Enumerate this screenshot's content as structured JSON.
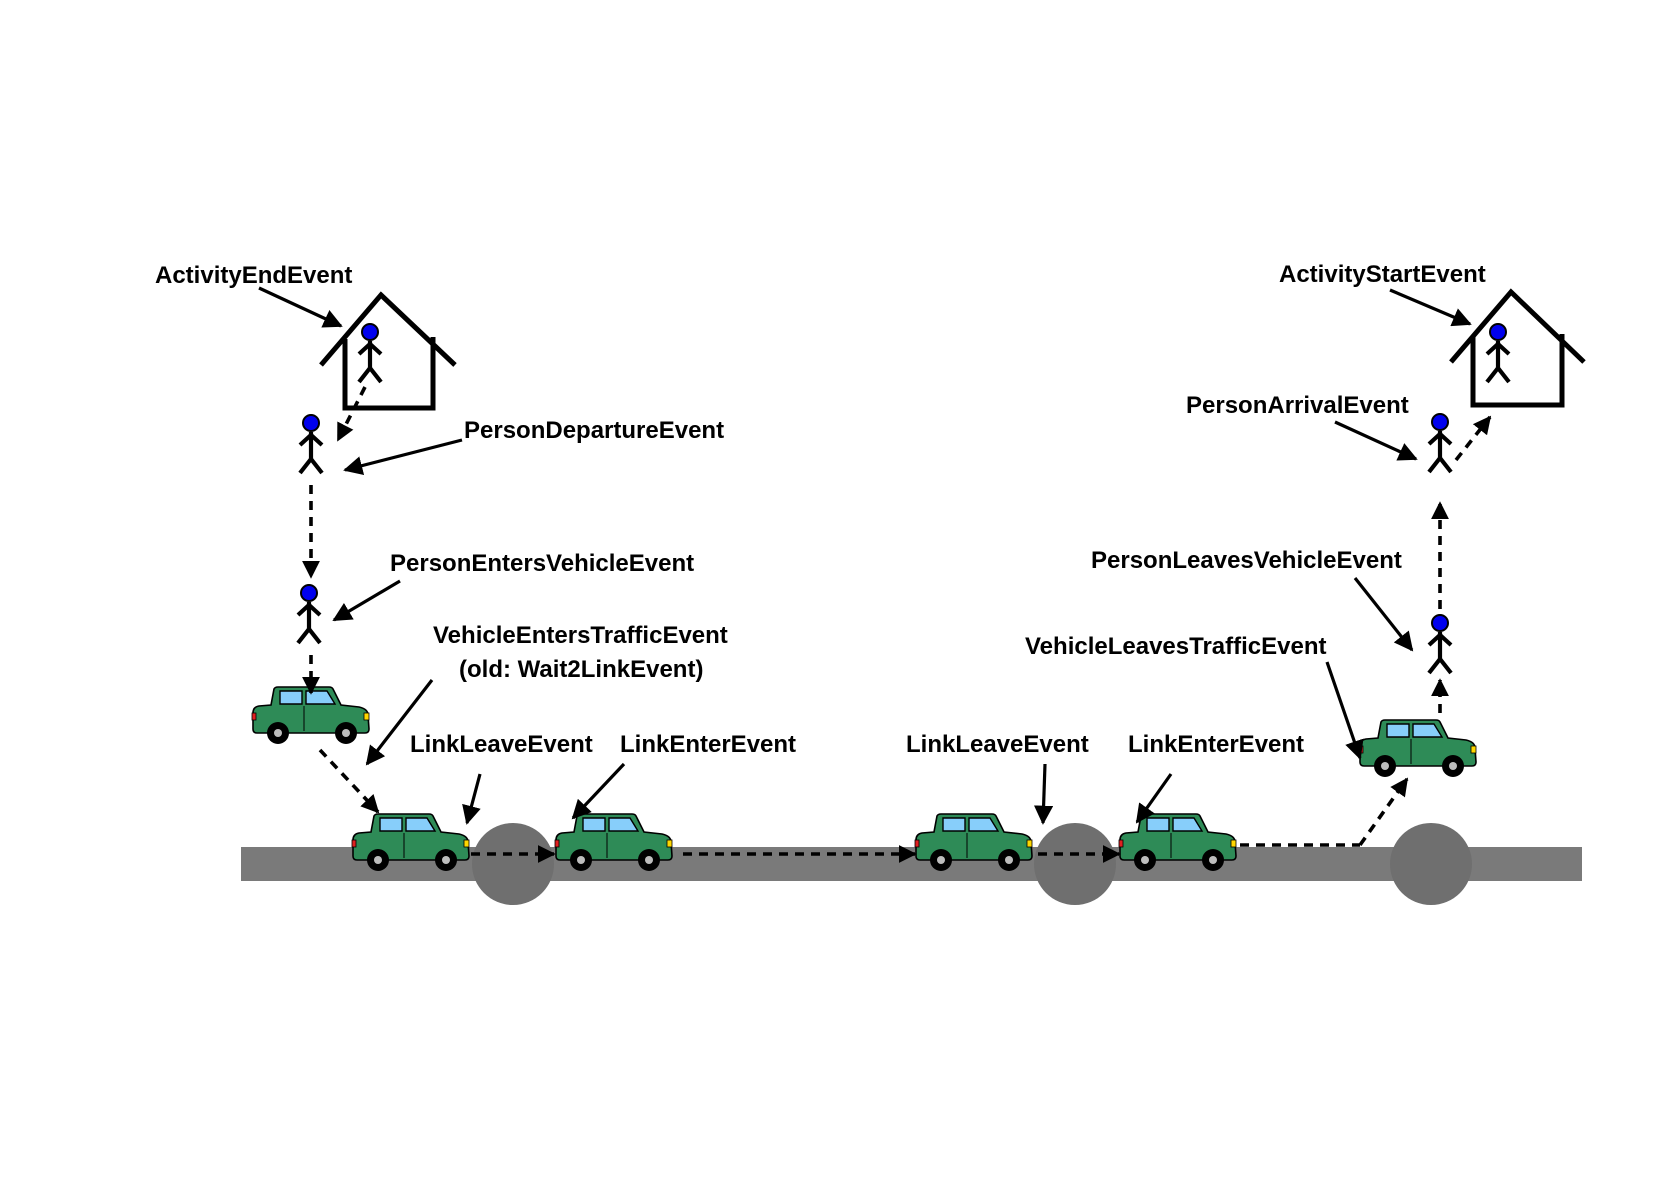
{
  "colors": {
    "road": "#7a7a7a",
    "node": "#6f6f6f",
    "car_body": "#2e8b57",
    "car_window": "#87cefa",
    "person_head": "#0000ee",
    "stroke": "#000000"
  },
  "labels": {
    "activity_end": "ActivityEndEvent",
    "person_departure": "PersonDepartureEvent",
    "person_enters_vehicle": "PersonEntersVehicleEvent",
    "vehicle_enters_traffic": "VehicleEntersTrafficEvent",
    "vehicle_enters_traffic_old": "(old: Wait2LinkEvent)",
    "link_leave_1": "LinkLeaveEvent",
    "link_enter_1": "LinkEnterEvent",
    "link_leave_2": "LinkLeaveEvent",
    "link_enter_2": "LinkEnterEvent",
    "vehicle_leaves_traffic": "VehicleLeavesTrafficEvent",
    "person_leaves_vehicle": "PersonLeavesVehicleEvent",
    "person_arrival": "PersonArrivalEvent",
    "activity_start": "ActivityStartEvent"
  },
  "icons": {
    "house": "house-icon",
    "person": "person-icon",
    "car": "car-icon",
    "node": "network-node-icon"
  }
}
